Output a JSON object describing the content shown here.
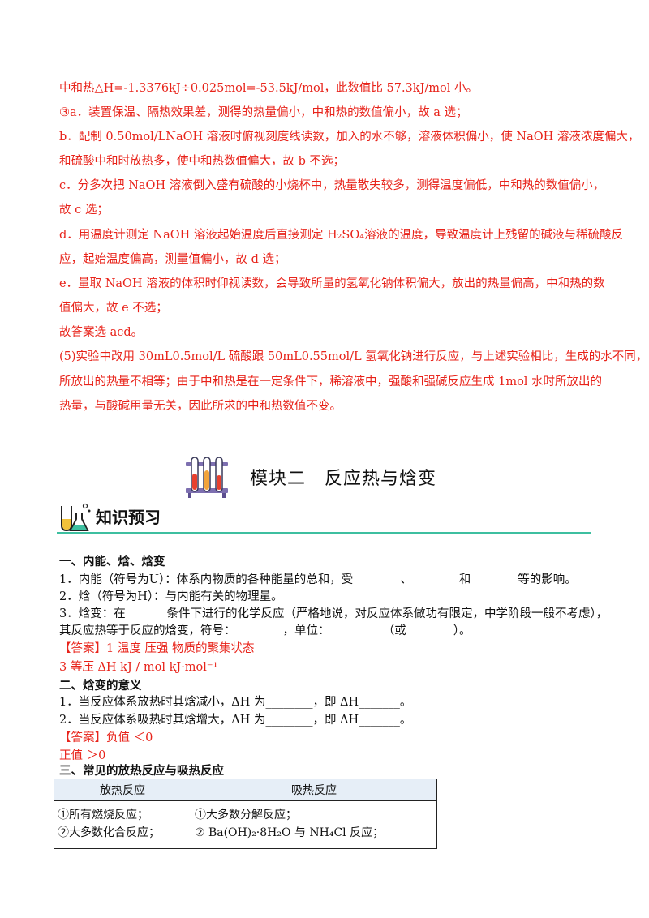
{
  "answer_cont": {
    "line1": "中和热△H=-1.3376kJ÷0.025mol=-53.5kJ/mol，此数值比 57.3kJ/mol 小。",
    "line2": "③a．装置保温、隔热效果差，测得的热量偏小，中和热的数值偏小，故 a 选；",
    "line3": "b．配制 0.50mol/LNaOH 溶液时俯视刻度线读数，加入的水不够，溶液体积偏小，使 NaOH 溶液浓度偏大，",
    "line4": "和硫酸中和时放热多，使中和热数值偏大，故 b 不选；",
    "line5": "c．分多次把 NaOH 溶液倒入盛有硫酸的小烧杯中，热量散失较多，测得温度偏低，中和热的数值偏小，",
    "line6": "故 c 选；",
    "line7": "d．用温度计测定 NaOH 溶液起始温度后直接测定 H₂SO₄溶液的温度，导致温度计上残留的碱液与稀硫酸反",
    "line8": "应，起始温度偏高，测量值偏小，故 d 选；",
    "line9": "e．量取 NaOH 溶液的体积时仰视读数，会导致所量的氢氧化钠体积偏大，放出的热量偏高，中和热的数",
    "line10": "值偏大，故 e 不选；",
    "line11": "故答案选 acd。",
    "line12": "(5)实验中改用 30mL0.5mol/L 硫酸跟 50mL0.55mol/L 氢氧化钠进行反应，与上述实验相比，生成的水不同，",
    "line13": "所放出的热量不相等；由于中和热是在一定条件下，稀溶液中，强酸和强碱反应生成 1mol 水时所放出的",
    "line14": "热量，与酸碱用量无关，因此所求的中和热数值不变。"
  },
  "module": {
    "title": "模块二　反应热与焓变"
  },
  "preview": {
    "label": "知识预习"
  },
  "section1": {
    "heading": "一、内能、焓、焓变",
    "item1": "1．内能（符号为U）：体系内物质的各种能量的总和，受________、________和________等的影响。",
    "item2": "2．焓（符号为H）：与内能有关的物理量。",
    "item3": "3．焓变：在_______条件下进行的化学反应（严格地说，对反应体系做功有限定，中学阶段一般不考虑），",
    "item3b": "其反应热等于反应的焓变，符号：________，单位：________　（或________）。",
    "answer1": "【答案】1  温度    压强    物质的聚集状态",
    "answer2": "3  等压      ΔH       kJ  /  mol         kJ·mol⁻¹"
  },
  "section2": {
    "heading": "二、焓变的意义",
    "item1": "1．当反应体系放热时其焓减小，ΔH 为________，即 ΔH_______。",
    "item2": "2．当反应体系吸热时其焓增大，ΔH 为________，即 ΔH_______。",
    "answer1": "【答案】负值      ＜0",
    "answer2": "正值        ＞0"
  },
  "section3": {
    "heading": "三、常见的放热反应与吸热反应",
    "col1_header": "放热反应",
    "col2_header": "吸热反应",
    "col1_item1": "①所有燃烧反应；",
    "col1_item2": "②大多数化合反应；",
    "col2_item1": "①大多数分解反应；",
    "col2_item2": "② Ba(OH)₂·8H₂O 与 NH₄Cl 反应；"
  }
}
